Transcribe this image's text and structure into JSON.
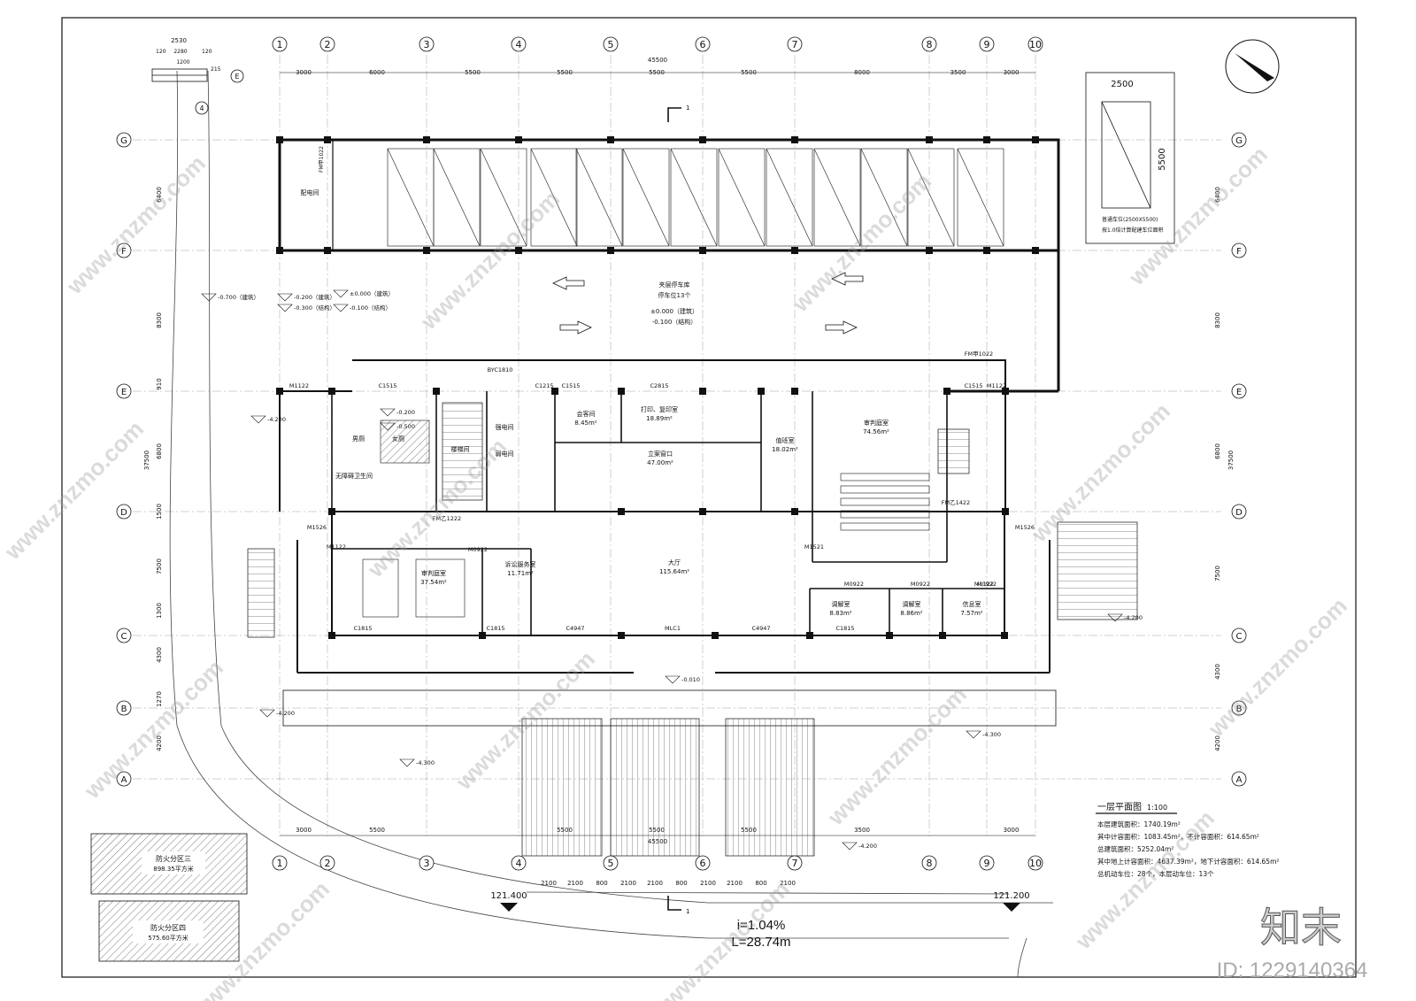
{
  "axes_x": [
    "1",
    "2",
    "3",
    "4",
    "5",
    "6",
    "7",
    "8",
    "9",
    "10"
  ],
  "axes_y": [
    "G",
    "F",
    "E",
    "D",
    "C",
    "B",
    "A"
  ],
  "dims_top": [
    "3000",
    "6000",
    "5500",
    "5500",
    "5500",
    "5500",
    "8000",
    "3500",
    "3000"
  ],
  "dim_total": "45500",
  "dims_left": [
    "6400",
    "8300",
    "910",
    "6800",
    "1500",
    "7500",
    "1300",
    "4300",
    "1270",
    "4200"
  ],
  "dims_right": [
    "6400",
    "8300",
    "6800",
    "7500",
    "4300",
    "4200"
  ],
  "dim_total_side": "37500",
  "dims_bottom": [
    "3000",
    "5500",
    "5500",
    "5500",
    "5500",
    "3500",
    "3000"
  ],
  "ramp_dims": [
    "2100",
    "2100",
    "800",
    "2100",
    "2100",
    "800",
    "2100",
    "2100",
    "800",
    "2100"
  ],
  "parking_legend": {
    "w": "2500",
    "h": "5500",
    "note1": "普通车位(2500X5500)",
    "note2": "按1.0倍计算配建车位面积"
  },
  "stair_detail": {
    "d1": "2530",
    "d2": "120",
    "d3": "2280",
    "d4": "120",
    "d5": "1200",
    "d6": "215",
    "axis": "E",
    "axis_n": "4"
  },
  "garage": {
    "name": "夹层停车库",
    "spaces": "停车位13个",
    "lvl1": "±0.000（建筑）",
    "lvl2": "-0.100（结构）",
    "room": "配电间",
    "door": "FM甲1022"
  },
  "levels": [
    "-0.700（建筑）",
    "-0.200（建筑）",
    "±0.000（建筑）",
    "-0.300（结构）",
    "-0.100（结构）",
    "-0.200",
    "-0.500",
    "-0.010",
    "-4.200",
    "-4.300",
    "-4.200",
    "-4.300",
    "-4.200",
    "-4.200"
  ],
  "rooms": [
    {
      "name": "男厕",
      "area": ""
    },
    {
      "name": "女厕",
      "area": ""
    },
    {
      "name": "无障碍卫生间",
      "area": ""
    },
    {
      "name": "楼梯间",
      "area": ""
    },
    {
      "name": "强电间",
      "area": ""
    },
    {
      "name": "弱电间",
      "area": ""
    },
    {
      "name": "会客间",
      "area": "8.45m²"
    },
    {
      "name": "打印、复印室",
      "area": "18.89m²"
    },
    {
      "name": "立案窗口",
      "area": "47.00m²"
    },
    {
      "name": "值班室",
      "area": "18.02m²"
    },
    {
      "name": "审判庭室",
      "area": "74.56m²"
    },
    {
      "name": "审判庭室",
      "area": "37.54m²"
    },
    {
      "name": "诉讼服务室",
      "area": "11.71m²"
    },
    {
      "name": "大厅",
      "area": "115.64m²"
    },
    {
      "name": "调解室",
      "area": "8.83m²"
    },
    {
      "name": "调解室",
      "area": "8.86m²"
    },
    {
      "name": "信息室",
      "area": "7.57m²"
    }
  ],
  "doors": [
    "M1122",
    "M1122",
    "M1122",
    "M1122",
    "FM甲1022",
    "MLC1",
    "M0922",
    "M0922",
    "M0922",
    "M0922",
    "M1526",
    "M1526",
    "FM乙1222",
    "FM乙1422",
    "BYC1810",
    "C1515",
    "C1515",
    "C1515",
    "C2815",
    "C1815",
    "C1815",
    "C1815",
    "C4947",
    "C4947",
    "C1215",
    "M1521"
  ],
  "title": "一层平面图",
  "scale": "1:100",
  "stats": [
    "本层建筑面积：1740.19m²",
    "其中计容面积：1083.45m²，不计容面积：614.65m²",
    "总建筑面积：5252.04m²",
    "其中地上计容面积：4637.39m²，地下计容面积：614.65m²",
    "总机动车位：28个，本层动车位：13个"
  ],
  "fire_zones": [
    {
      "name": "防火分区三",
      "area": "898.35平方米"
    },
    {
      "name": "防火分区四",
      "area": "575.60平方米"
    }
  ],
  "elevations": [
    "121.400",
    "121.200"
  ],
  "slope": "i=1.04%",
  "length": "L=28.74m",
  "section_mark": "1",
  "brand": "知末",
  "id_text": "ID: 1229140364",
  "watermark": "www.znzmo.com",
  "colors": {
    "line": "#111111",
    "hatch": "#555555",
    "watermark": "#999999"
  }
}
